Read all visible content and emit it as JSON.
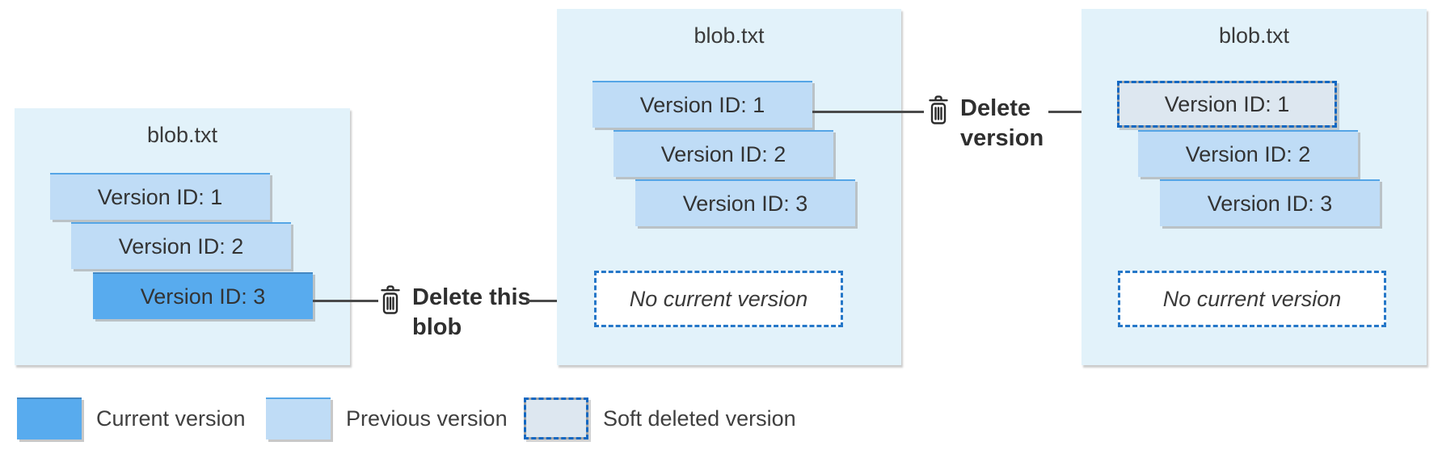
{
  "diagram": {
    "panels": [
      {
        "title": "blob.txt",
        "versions": [
          {
            "label": "Version ID: 1",
            "type": "previous"
          },
          {
            "label": "Version ID: 2",
            "type": "previous"
          },
          {
            "label": "Version ID: 3",
            "type": "current"
          }
        ]
      },
      {
        "title": "blob.txt",
        "versions": [
          {
            "label": "Version ID: 1",
            "type": "previous"
          },
          {
            "label": "Version ID: 2",
            "type": "previous"
          },
          {
            "label": "Version ID: 3",
            "type": "previous"
          }
        ],
        "placeholder": "No current version"
      },
      {
        "title": "blob.txt",
        "versions": [
          {
            "label": "Version ID: 1",
            "type": "soft-deleted"
          },
          {
            "label": "Version ID: 2",
            "type": "previous"
          },
          {
            "label": "Version ID: 3",
            "type": "previous"
          }
        ],
        "placeholder": "No current version"
      }
    ],
    "actions": [
      {
        "icon": "trash-icon",
        "line1": "Delete this",
        "line2": "blob"
      },
      {
        "icon": "trash-icon",
        "line1": "Delete",
        "line2": "version"
      }
    ],
    "legend": [
      {
        "label": "Current version",
        "type": "current"
      },
      {
        "label": "Previous version",
        "type": "previous"
      },
      {
        "label": "Soft deleted version",
        "type": "soft-deleted"
      }
    ],
    "colors": {
      "current": "#58abee",
      "previous": "#bfdcf6",
      "panel_bg": "#e2f2fa",
      "soft_deleted_fill": "#dde7f0",
      "dotted_blue": "#1268c2",
      "dashed_blue": "#2577c8",
      "arrow": "#4a4a4a"
    }
  }
}
